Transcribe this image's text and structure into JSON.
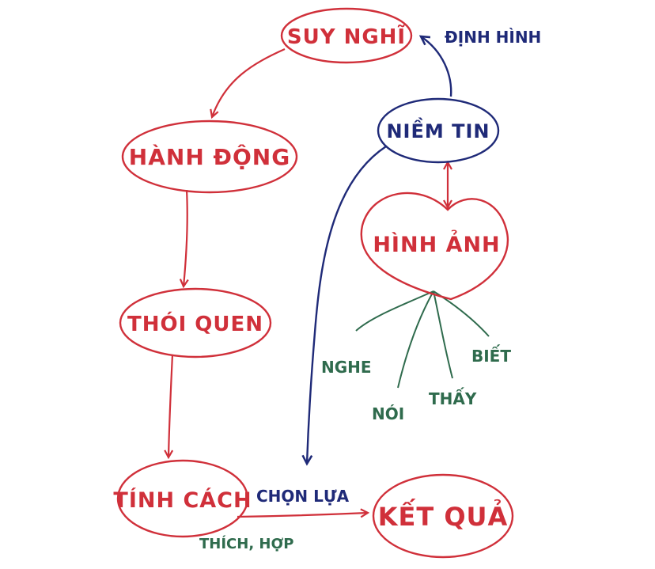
{
  "colors": {
    "red": "#d0303a",
    "navy": "#1f2a78",
    "green": "#2f6b4d",
    "ink": "#1a1a1a"
  },
  "nodes": {
    "suy_nghi": "SUY NGHĨ",
    "hanh_dong": "HÀNH ĐỘNG",
    "thoi_quen": "THÓI QUEN",
    "tinh_cach": "TÍNH CÁCH",
    "ket_qua": "KẾT QUẢ",
    "niem_tin": "NIỀM TIN",
    "hinh_anh": "HÌNH ẢNH"
  },
  "labels": {
    "dinh_hinh": "ĐỊNH HÌNH",
    "chon_lua": "CHỌN LỰA",
    "thich_hop": "THÍCH, HỢP",
    "nghe": "NGHE",
    "noi": "NÓI",
    "thay": "THẤY",
    "biet": "BIẾT"
  }
}
